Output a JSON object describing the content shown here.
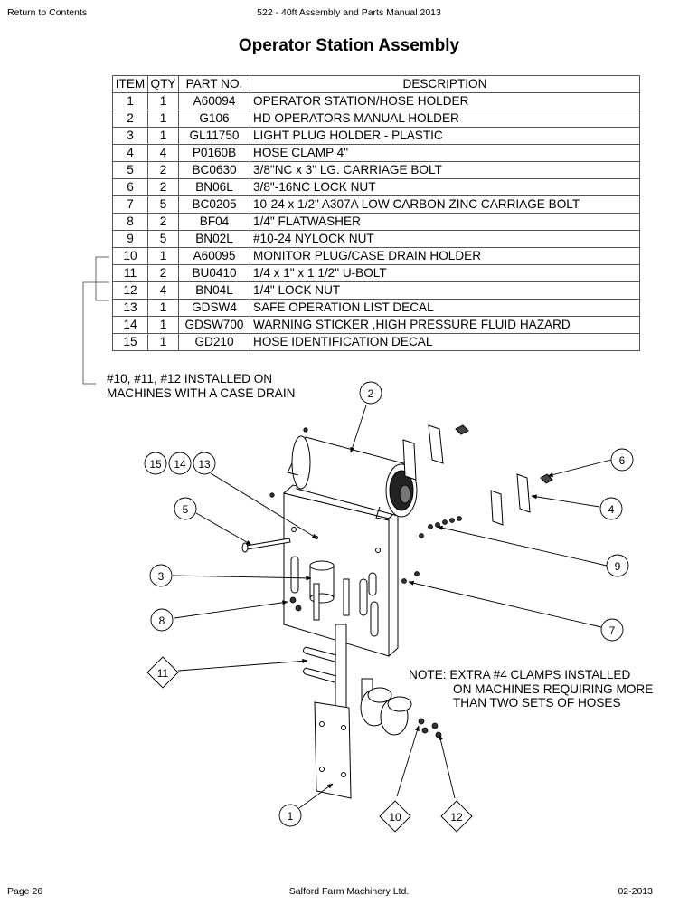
{
  "header": {
    "return_link": "Return to Contents",
    "manual_title": "522 - 40ft Assembly and Parts Manual 2013"
  },
  "page_title": "Operator Station Assembly",
  "parts_table": {
    "columns": [
      "ITEM",
      "QTY",
      "PART NO.",
      "DESCRIPTION"
    ],
    "rows": [
      {
        "item": "1",
        "qty": "1",
        "part": "A60094",
        "desc": "OPERATOR STATION/HOSE HOLDER"
      },
      {
        "item": "2",
        "qty": "1",
        "part": "G106",
        "desc": "HD OPERATORS MANUAL HOLDER"
      },
      {
        "item": "3",
        "qty": "1",
        "part": "GL11750",
        "desc": "LIGHT PLUG HOLDER - PLASTIC"
      },
      {
        "item": "4",
        "qty": "4",
        "part": "P0160B",
        "desc": "HOSE CLAMP 4\""
      },
      {
        "item": "5",
        "qty": "2",
        "part": "BC0630",
        "desc": "3/8\"NC x 3\" LG. CARRIAGE BOLT"
      },
      {
        "item": "6",
        "qty": "2",
        "part": "BN06L",
        "desc": "3/8\"-16NC LOCK NUT"
      },
      {
        "item": "7",
        "qty": "5",
        "part": "BC0205",
        "desc": "10-24 x 1/2\" A307A LOW CARBON ZINC CARRIAGE BOLT"
      },
      {
        "item": "8",
        "qty": "2",
        "part": "BF04",
        "desc": "1/4\" FLATWASHER"
      },
      {
        "item": "9",
        "qty": "5",
        "part": "BN02L",
        "desc": "#10-24 NYLOCK NUT"
      },
      {
        "item": "10",
        "qty": "1",
        "part": "A60095",
        "desc": "MONITOR PLUG/CASE DRAIN HOLDER"
      },
      {
        "item": "11",
        "qty": "2",
        "part": "BU0410",
        "desc": "1/4 x 1\" x 1 1/2\" U-BOLT"
      },
      {
        "item": "12",
        "qty": "4",
        "part": "BN04L",
        "desc": "1/4\" LOCK NUT"
      },
      {
        "item": "13",
        "qty": "1",
        "part": "GDSW4",
        "desc": "SAFE OPERATION LIST DECAL"
      },
      {
        "item": "14",
        "qty": "1",
        "part": "GDSW700",
        "desc": "WARNING STICKER ,HIGH PRESSURE FLUID HAZARD"
      },
      {
        "item": "15",
        "qty": "1",
        "part": "GD210",
        "desc": "HOSE IDENTIFICATION DECAL"
      }
    ]
  },
  "case_drain_note": {
    "line1": "#10, #11, #12 INSTALLED ON",
    "line2": "MACHINES WITH A CASE DRAIN"
  },
  "clamps_note": {
    "line1": "NOTE: EXTRA #4 CLAMPS INSTALLED",
    "line2": "ON MACHINES REQUIRING MORE",
    "line3": "THAN TWO SETS OF HOSES"
  },
  "diagram": {
    "callouts": [
      "1",
      "2",
      "3",
      "4",
      "5",
      "6",
      "7",
      "8",
      "9",
      "10",
      "11",
      "12",
      "13",
      "14",
      "15"
    ]
  },
  "footer": {
    "page": "Page 26",
    "company": "Salford Farm Machinery Ltd.",
    "date": "02-2013"
  }
}
